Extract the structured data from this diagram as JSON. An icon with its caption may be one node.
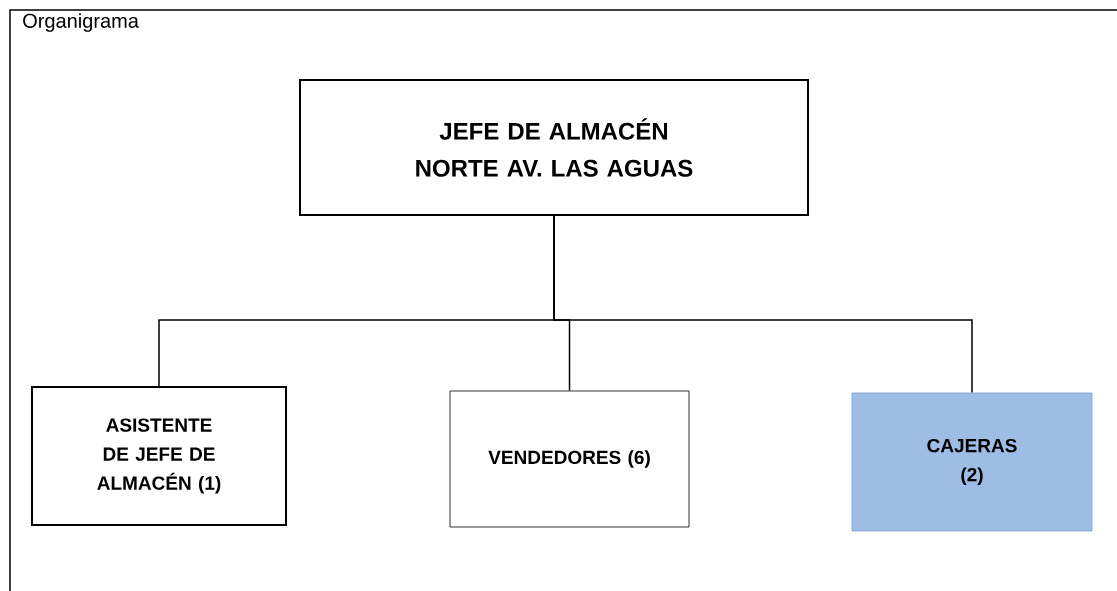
{
  "diagram": {
    "title": "Organigrama",
    "nodes": [
      {
        "text": [
          "JEFE DE ALMACÉN NORTE AV. LAS AGUAS"
        ]
      },
      {
        "text": [
          "ASISTENTE DE JEFE DE ALMACÉN (1)"
        ]
      },
      {
        "text": [
          "VENDEDORES (6)"
        ]
      },
      {
        "text": [
          "CAJERAS (2)"
        ]
      }
    ],
    "edges": [
      {
        "from": 0,
        "to": 1,
        "arrow": "none"
      },
      {
        "from": 0,
        "to": 2,
        "arrow": "none"
      },
      {
        "from": 0,
        "to": 3,
        "arrow": "none"
      }
    ]
  }
}
